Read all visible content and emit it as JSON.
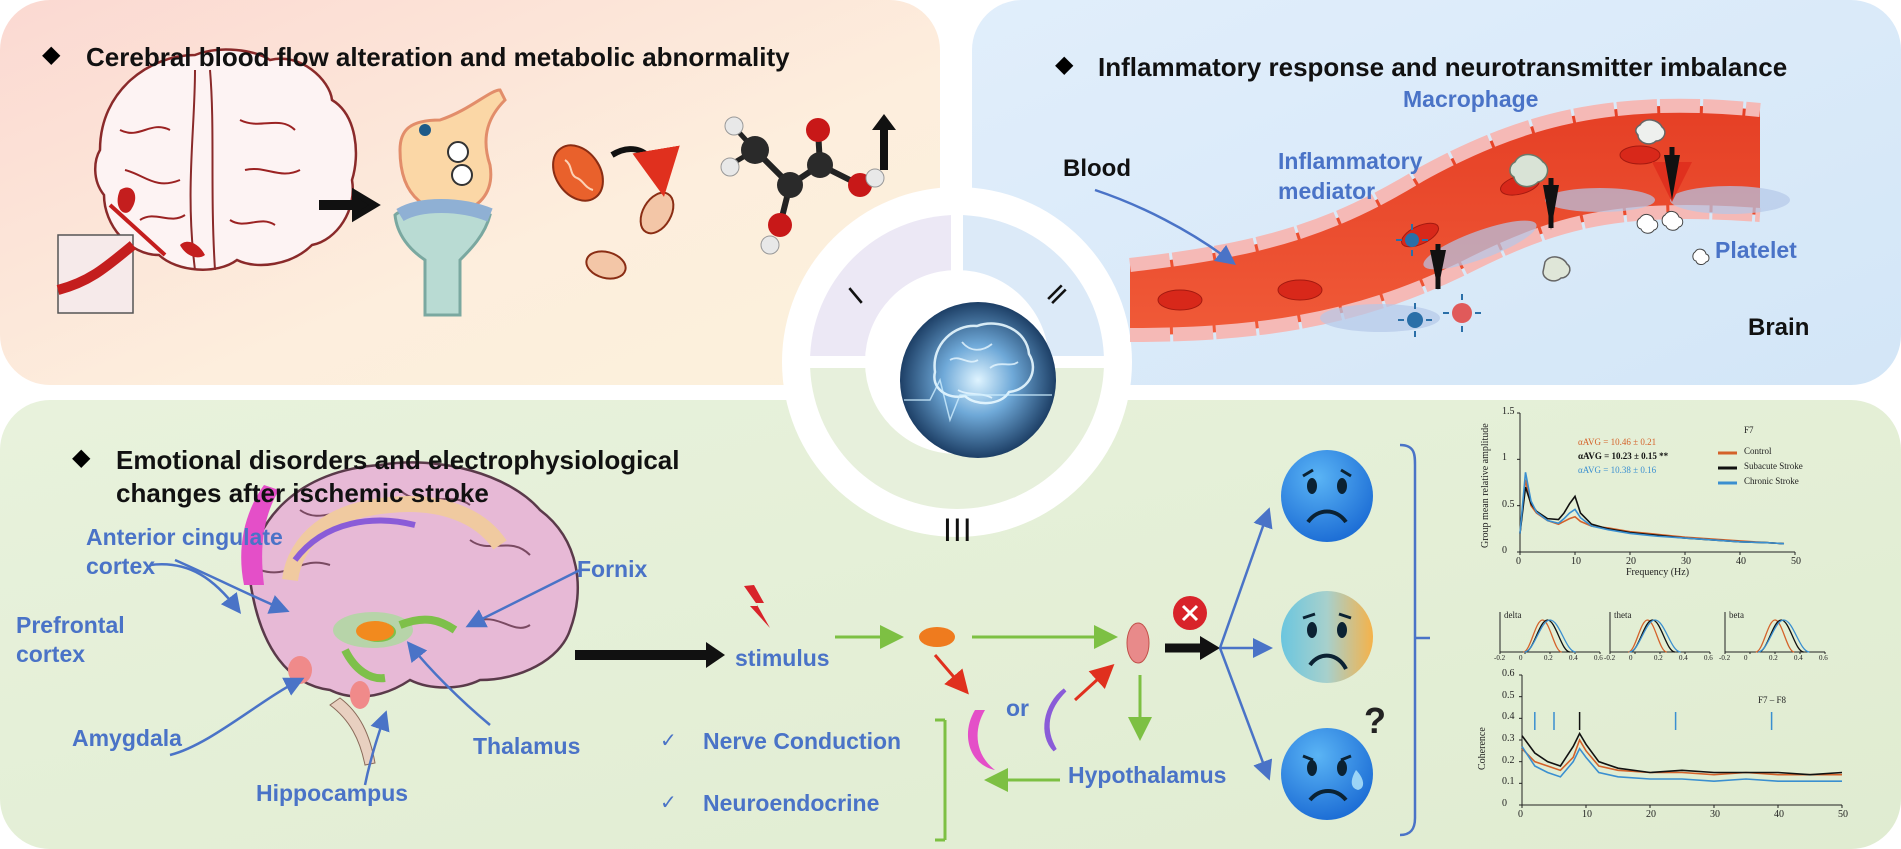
{
  "panels": {
    "p1": {
      "title": "Cerebral blood flow alteration and metabolic abnormality"
    },
    "p2": {
      "title": "Inflammatory response and neurotransmitter imbalance",
      "blood": "Blood",
      "macrophage": "Macrophage",
      "mediator_line1": "Inflammatory",
      "mediator_line2": "mediator",
      "platelet": "Platelet",
      "brain": "Brain"
    },
    "p3": {
      "title_line1": "Emotional disorders and electrophysiological",
      "title_line2": "changes  after ischemic stroke",
      "acc_line1": "Anterior cingulate",
      "acc_line2": "cortex",
      "fornix": "Fornix",
      "pfc_line1": "Prefrontal",
      "pfc_line2": "cortex",
      "amygdala": "Amygdala",
      "thalamus": "Thalamus",
      "hippocampus": "Hippocampus",
      "stimulus": "stimulus",
      "or": "or",
      "hypothalamus": "Hypothalamus",
      "nerve": "Nerve Conduction",
      "neuroendo": "Neuroendocrine",
      "check": "✓",
      "question": "?"
    }
  },
  "center": {
    "i": "I",
    "ii": "II",
    "iii": "III"
  },
  "colors": {
    "label_blue": "#4a73c7",
    "vessel_red": "#e8482e",
    "arrow_green": "#7dc043",
    "panel_blue": "#d7e8f8",
    "panel_green": "#e4efd6"
  },
  "icons": [
    "brain-icon",
    "synapse-icon",
    "mitochondria-icon",
    "lactate-molecule-icon",
    "macrophage-icon",
    "platelet-icon",
    "lightning-icon",
    "sad-face-icon",
    "confused-face-icon",
    "anxious-face-icon",
    "x-mark-icon"
  ],
  "chart_data": [
    {
      "type": "line",
      "title": "F7",
      "xlabel": "Frequency (Hz)",
      "ylabel": "Group mean relative amplitude",
      "xlim": [
        0,
        50
      ],
      "ylim": [
        0,
        1.5
      ],
      "x_ticks": [
        "0",
        "10",
        "20",
        "30",
        "40",
        "50"
      ],
      "y_ticks": [
        "0",
        "0.5",
        "1",
        "1.5"
      ],
      "annotations": [
        "αAVG = 10.46 ± 0.21",
        "αAVG = 10.23 ± 0.15",
        "αAVG = 10.38 ± 0.16"
      ],
      "annotation_colors": [
        "#d4622a",
        "#111111",
        "#3a8fd0"
      ],
      "annotation_marker": "**",
      "legend": [
        "Control",
        "Subacute Stroke",
        "Chronic Stroke"
      ],
      "legend_position": "top-right",
      "x": [
        0,
        1,
        2,
        3,
        5,
        7,
        8,
        9,
        10,
        11,
        13,
        16,
        20,
        25,
        30,
        35,
        40,
        45,
        48
      ],
      "series": [
        {
          "name": "Control",
          "color": "#d4622a",
          "values": [
            0.2,
            0.78,
            0.5,
            0.42,
            0.34,
            0.3,
            0.33,
            0.36,
            0.38,
            0.33,
            0.28,
            0.26,
            0.22,
            0.19,
            0.16,
            0.14,
            0.12,
            0.1,
            0.09
          ]
        },
        {
          "name": "Subacute Stroke",
          "color": "#111111",
          "values": [
            0.2,
            0.7,
            0.52,
            0.44,
            0.36,
            0.35,
            0.42,
            0.52,
            0.6,
            0.42,
            0.3,
            0.25,
            0.21,
            0.18,
            0.15,
            0.13,
            0.11,
            0.1,
            0.09
          ]
        },
        {
          "name": "Chronic Stroke",
          "color": "#3a8fd0",
          "values": [
            0.2,
            0.86,
            0.55,
            0.43,
            0.34,
            0.31,
            0.36,
            0.42,
            0.46,
            0.37,
            0.28,
            0.24,
            0.2,
            0.17,
            0.15,
            0.13,
            0.11,
            0.1,
            0.09
          ]
        }
      ]
    },
    {
      "type": "line",
      "title": "delta",
      "xlim": [
        -0.2,
        0.6
      ],
      "x_ticks": [
        "-0.2",
        "0",
        "0.2",
        "0.4",
        "0.6"
      ],
      "peaks": [
        0.14,
        0.18,
        0.2
      ]
    },
    {
      "type": "line",
      "title": "theta",
      "xlim": [
        -0.2,
        0.6
      ],
      "x_ticks": [
        "-0.2",
        "0",
        "0.2",
        "0.4",
        "0.6"
      ],
      "peaks": [
        0.1,
        0.14,
        0.16
      ]
    },
    {
      "type": "line",
      "title": "beta",
      "xlim": [
        -0.2,
        0.6
      ],
      "x_ticks": [
        "-0.2",
        "0",
        "0.2",
        "0.4",
        "0.6"
      ],
      "peaks": [
        0.2,
        0.25,
        0.27
      ]
    },
    {
      "type": "line",
      "title": "F7 – F8",
      "ylabel": "Coherence",
      "xlim": [
        0,
        50
      ],
      "ylim": [
        0,
        0.6
      ],
      "x_ticks": [
        "0",
        "10",
        "20",
        "30",
        "40",
        "50"
      ],
      "y_ticks": [
        "0",
        "0.1",
        "0.2",
        "0.3",
        "0.4",
        "0.5",
        "0.6"
      ],
      "x": [
        0,
        2,
        4,
        6,
        8,
        9,
        10,
        12,
        15,
        20,
        25,
        30,
        35,
        40,
        45,
        50
      ],
      "series": [
        {
          "color": "#d4622a",
          "values": [
            0.26,
            0.2,
            0.18,
            0.16,
            0.22,
            0.3,
            0.25,
            0.18,
            0.16,
            0.15,
            0.15,
            0.14,
            0.15,
            0.14,
            0.14,
            0.14
          ]
        },
        {
          "color": "#111111",
          "values": [
            0.32,
            0.24,
            0.2,
            0.18,
            0.27,
            0.33,
            0.28,
            0.2,
            0.17,
            0.15,
            0.16,
            0.15,
            0.15,
            0.15,
            0.14,
            0.15
          ]
        },
        {
          "color": "#3a8fd0",
          "values": [
            0.27,
            0.18,
            0.15,
            0.13,
            0.2,
            0.26,
            0.22,
            0.15,
            0.13,
            0.12,
            0.12,
            0.11,
            0.12,
            0.11,
            0.11,
            0.11
          ]
        }
      ]
    }
  ]
}
